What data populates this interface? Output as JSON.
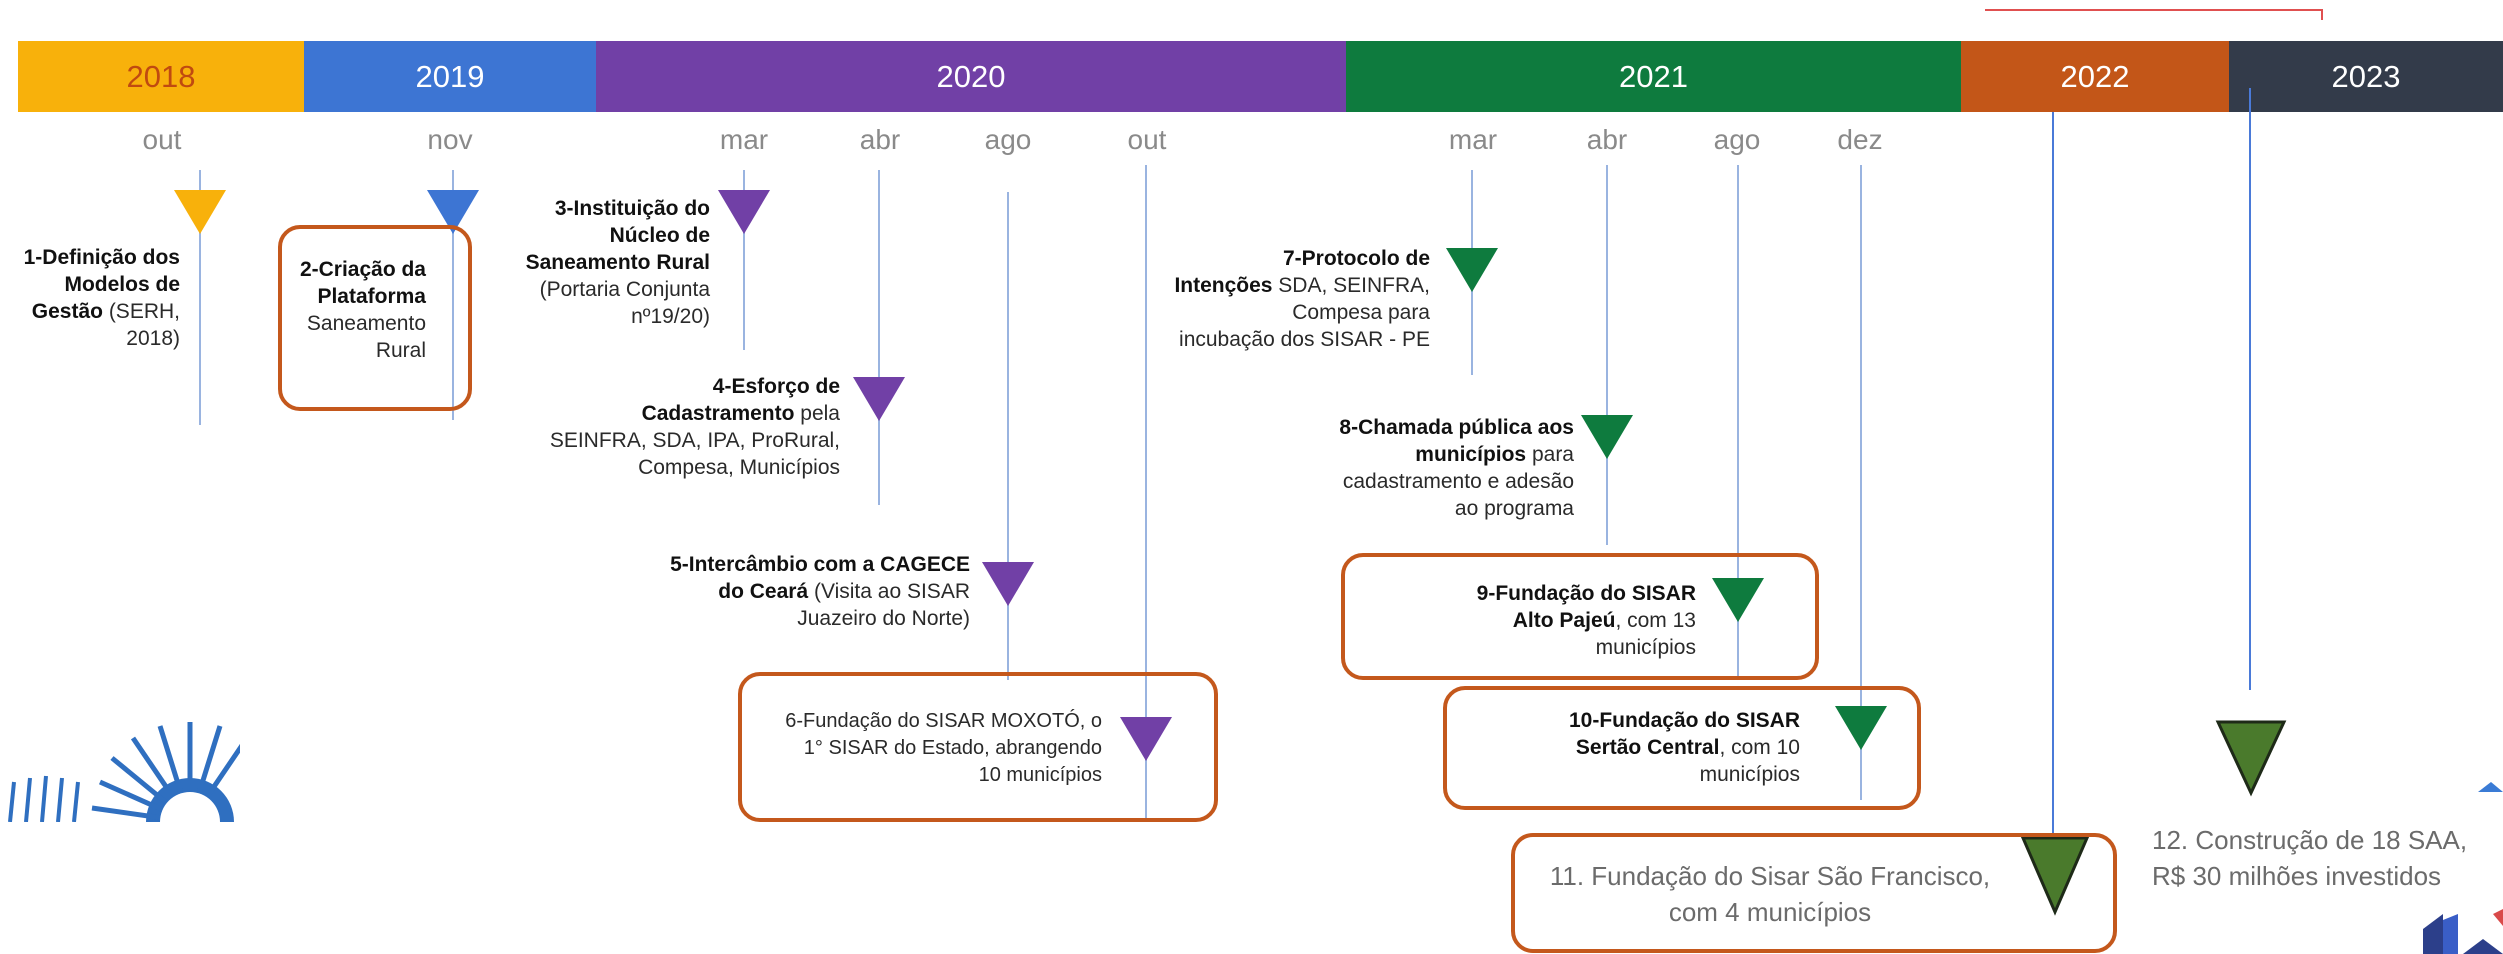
{
  "colors": {
    "y2018": "#f8b10b",
    "y2019": "#3d75d3",
    "y2020": "#7140a6",
    "y2021": "#0e7b3e",
    "y2022": "#c35618",
    "y2023": "#333b4a",
    "highlight": "#c4581c",
    "new_marker": "#4a7a2c"
  },
  "years": [
    "2018",
    "2019",
    "2020",
    "2021",
    "2022",
    "2023"
  ],
  "months": {
    "m2018_out": "out",
    "m2019_nov": "nov",
    "m2020_mar": "mar",
    "m2020_abr": "abr",
    "m2020_ago": "ago",
    "m2020_out": "out",
    "m2021_mar": "mar",
    "m2021_abr": "abr",
    "m2021_ago": "ago",
    "m2021_dez": "dez"
  },
  "events": {
    "e1": {
      "b1": "1-Definição dos",
      "b2": "Modelos de",
      "b3": "Gestão",
      "t3": " (SERH,",
      "t4": "2018)"
    },
    "e2": {
      "b1": "2-Criação da",
      "b2": "Plataforma",
      "t3": "Saneamento",
      "t4": "Rural"
    },
    "e3": {
      "b1": "3-Instituição do",
      "b2": "Núcleo de",
      "b3": "Saneamento Rural",
      "t4": "(Portaria Conjunta",
      "t5": "nº19/20)"
    },
    "e4": {
      "b1": "4-Esforço  de",
      "b2": "Cadastramento",
      "t2": " pela",
      "t3": "SEINFRA, SDA, IPA, ProRural,",
      "t4": "Compesa,  Municípios"
    },
    "e5": {
      "b1": "5-Intercâmbio com a CAGECE",
      "b2": "do Ceará",
      "t2": " (Visita ao SISAR",
      "t3": "Juazeiro do Norte)"
    },
    "e6": {
      "t1": "6-Fundação do SISAR MOXOTÓ, o",
      "t2": "1° SISAR do Estado,  abrangendo",
      "t3": "10 municípios"
    },
    "e7": {
      "b1": "7-Protocolo de",
      "b2": "Intenções",
      "t2": " SDA, SEINFRA,",
      "t3": "Compesa para",
      "t4": "incubação dos SISAR - PE"
    },
    "e8": {
      "b1": "8-Chamada pública  aos",
      "b2": "municípios",
      "t2": " para",
      "t3": "cadastramento e adesão",
      "t4": "ao programa"
    },
    "e9": {
      "b1": "9-Fundação do SISAR",
      "b2": "Alto Pajeú",
      "t2": ", com 13",
      "t3": "municípios"
    },
    "e10": {
      "b1": "10-Fundação do SISAR",
      "b2": "Sertão Central",
      "t2": ", com 10",
      "t3": "municípios"
    },
    "e11": {
      "l1": "11. Fundação do Sisar São Francisco,",
      "l2": "com 4 municípios"
    },
    "e12": {
      "l1": "12. Construção de 18 SAA,",
      "l2": "R$ 30 milhões investidos"
    }
  }
}
